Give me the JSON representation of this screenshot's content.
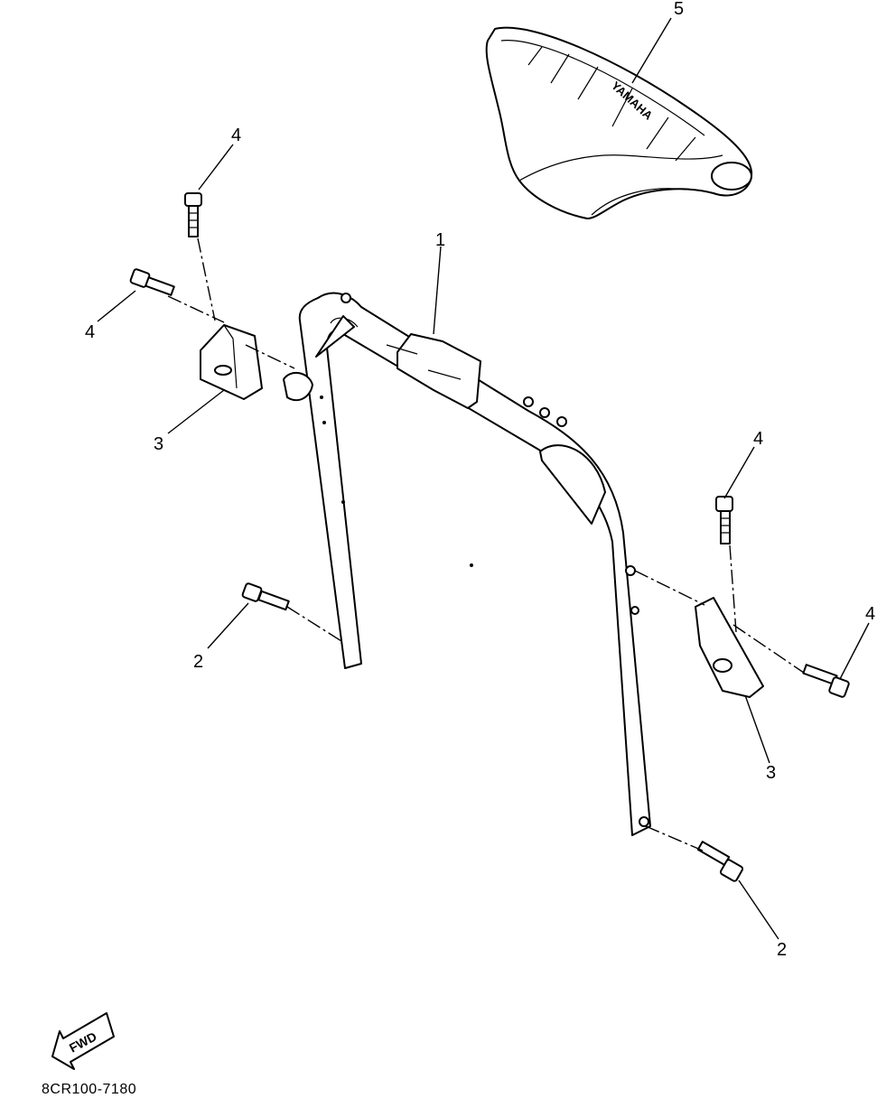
{
  "callouts": [
    {
      "id": "c5",
      "text": "5"
    },
    {
      "id": "c4a",
      "text": "4"
    },
    {
      "id": "c4b",
      "text": "4"
    },
    {
      "id": "c1",
      "text": "1"
    },
    {
      "id": "c3a",
      "text": "3"
    },
    {
      "id": "c4c",
      "text": "4"
    },
    {
      "id": "c4d",
      "text": "4"
    },
    {
      "id": "c2a",
      "text": "2"
    },
    {
      "id": "c3b",
      "text": "3"
    },
    {
      "id": "c2b",
      "text": "2"
    }
  ],
  "seat_logo": "YAMAHA",
  "fwd_label": "FWD",
  "diagram_code": "8CR100-7180"
}
